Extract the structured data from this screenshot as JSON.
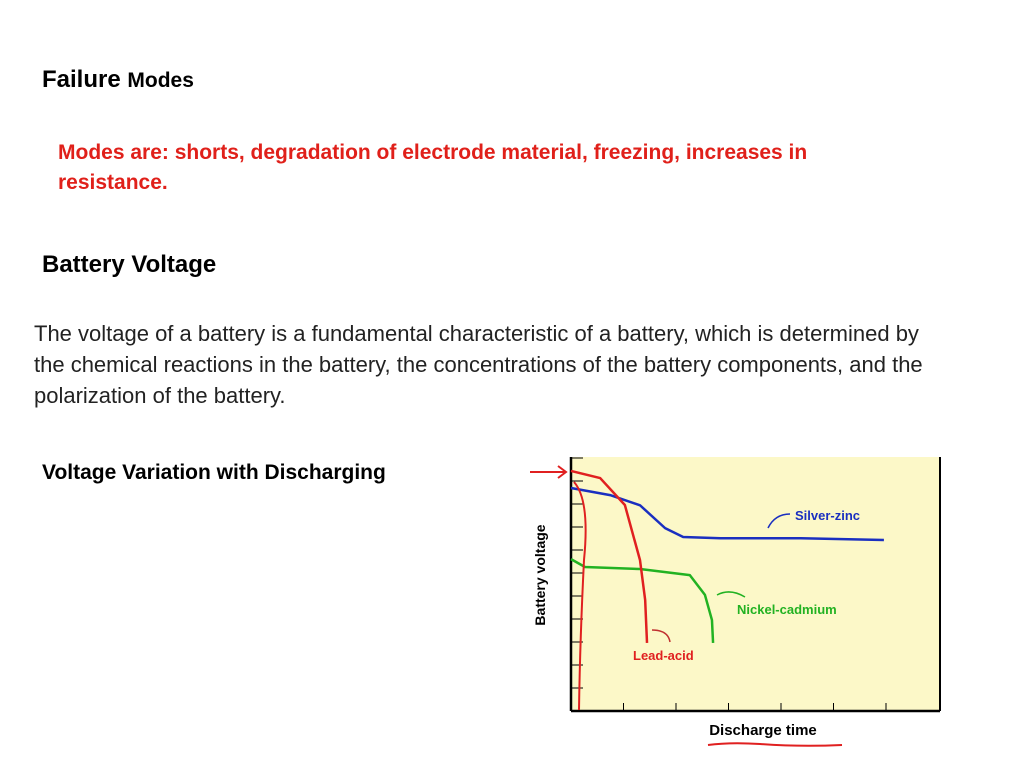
{
  "heading1": {
    "main": "Failure",
    "rest": "Modes"
  },
  "modes_text": "Modes are: shorts, degradation of electrode material, freezing, increases in resistance.",
  "heading2": "Battery Voltage",
  "paragraph": "The voltage of a battery is a fundamental characteristic of a battery, which is determined by the chemical reactions in the battery, the concentrations of the battery components, and the polarization of the battery.",
  "heading3": "Voltage Variation with Discharging",
  "chart_data": {
    "type": "line",
    "xlabel": "Discharge time",
    "ylabel": "Battery voltage",
    "xlim": [
      0,
      100
    ],
    "ylim": [
      0,
      100
    ],
    "background": "#fcf8c8",
    "series": [
      {
        "name": "Silver-zinc",
        "color": "#1a2fc0",
        "x": [
          0,
          10.6,
          18.7,
          25.5,
          30.4,
          40.5,
          62.3,
          84.8
        ],
        "y": [
          87.8,
          85,
          81,
          72,
          68.5,
          68,
          68,
          67.3
        ]
      },
      {
        "name": "Nickel-cadmium",
        "color": "#22b222",
        "x": [
          0,
          3.8,
          18.7,
          32.2,
          36.3,
          38.2,
          38.5
        ],
        "y": [
          59.8,
          56.7,
          55.9,
          53.5,
          45.7,
          35.8,
          26.8
        ]
      },
      {
        "name": "Lead-acid",
        "color": "#e02020",
        "x": [
          0,
          7.9,
          14.6,
          18.7,
          20.1,
          20.6
        ],
        "y": [
          94.5,
          91.7,
          81.1,
          59.4,
          43.7,
          26.8
        ]
      }
    ]
  }
}
